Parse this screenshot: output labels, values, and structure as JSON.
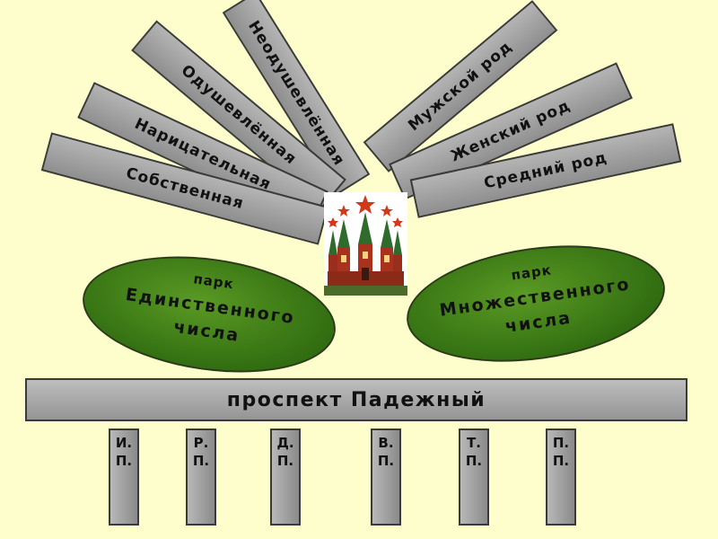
{
  "animacy": {
    "inanimate": "Неодушевлённая",
    "animate": "Одушевлённая"
  },
  "noun_type": {
    "common": "Нарицательная",
    "proper": "Собственная"
  },
  "gender": {
    "masculine": "Мужской род",
    "feminine": "Женский род",
    "neuter": "Средний род"
  },
  "parks": {
    "singular": {
      "prefix": "парк",
      "line1": "Единственного",
      "line2": "числа"
    },
    "plural": {
      "prefix": "парк",
      "line1": "Множественного",
      "line2": "числа"
    }
  },
  "avenue": {
    "label": "проспект Падежный"
  },
  "cases": [
    {
      "line1": "И.",
      "line2": "П."
    },
    {
      "line1": "Р.",
      "line2": "П."
    },
    {
      "line1": "Д.",
      "line2": "П."
    },
    {
      "line1": "В.",
      "line2": "П."
    },
    {
      "line1": "Т.",
      "line2": "П."
    },
    {
      "line1": "П.",
      "line2": "П."
    }
  ],
  "emblem": {
    "icon": "kremlin-towers-icon"
  },
  "colors": {
    "background": "#fefecc",
    "ray": "#a8a8a8",
    "park_green": "#3f7e16",
    "star_red": "#d03a1a"
  }
}
